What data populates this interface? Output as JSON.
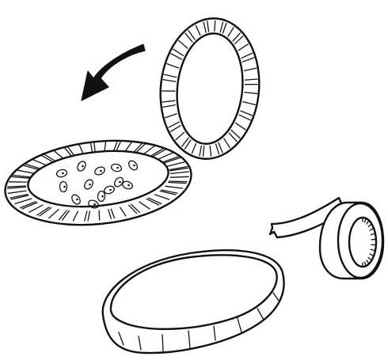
{
  "illustration": {
    "background_color": "#ffffff",
    "ink_color": "#111111",
    "parts": [
      "curved-arrow-icon",
      "paper-ring",
      "plate-with-beans",
      "masking-tape-roll",
      "covered-drum"
    ],
    "bean_count": 13,
    "arrow_direction": "down-left"
  }
}
